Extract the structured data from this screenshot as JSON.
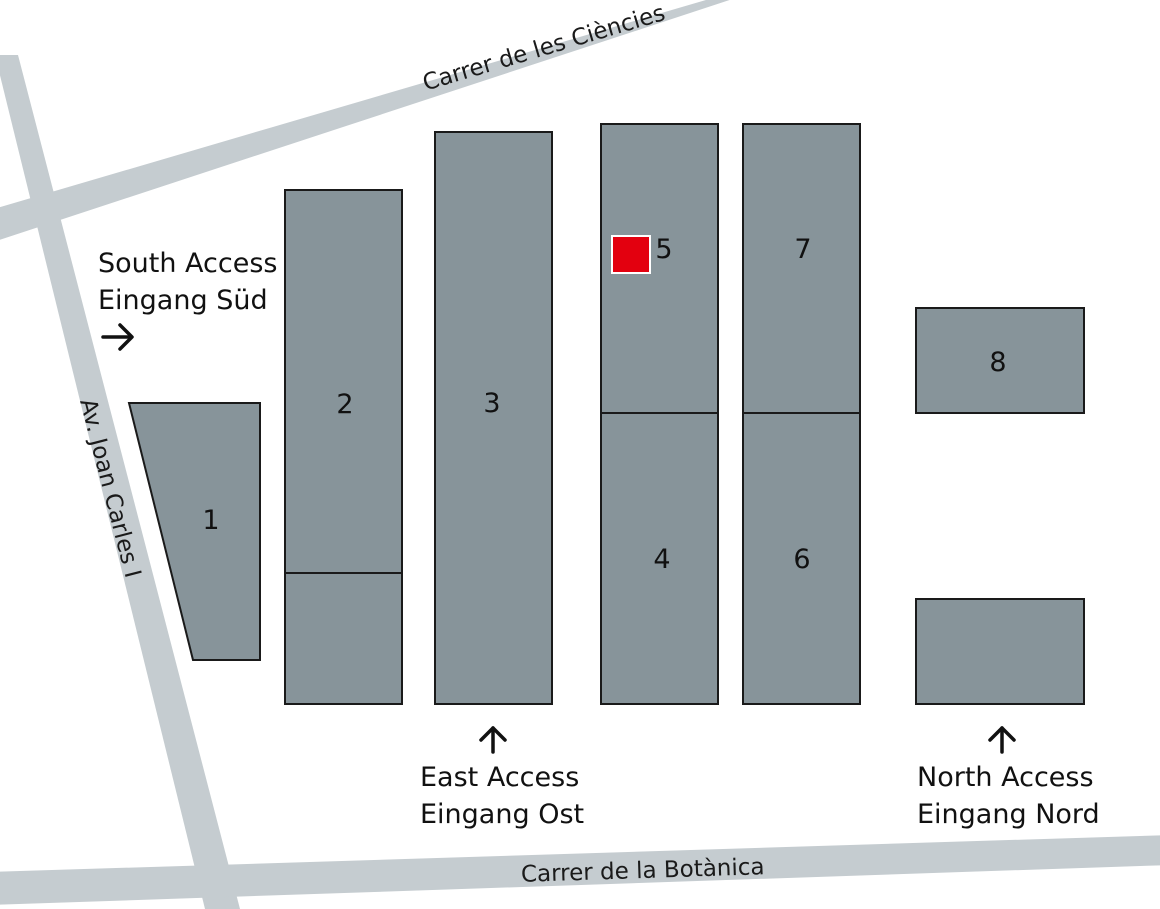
{
  "streets": {
    "north": "Carrer de les Ciències",
    "west": "Av. Joan Carles I",
    "south": "Carrer de la Botànica"
  },
  "halls": {
    "h1": "1",
    "h2": "2",
    "h3": "3",
    "h4": "4",
    "h5": "5",
    "h6": "6",
    "h7": "7",
    "h8": "8"
  },
  "accesses": {
    "south": {
      "line1": "South Access",
      "line2": "Eingang Süd"
    },
    "east": {
      "line1": "East Access",
      "line2": "Eingang Ost"
    },
    "north": {
      "line1": "North Access",
      "line2": "Eingang Nord"
    }
  },
  "colors": {
    "street": "#c5ccd0",
    "hall": "#87949a",
    "outline": "#1a1a1a",
    "marker": "#e3000f"
  }
}
